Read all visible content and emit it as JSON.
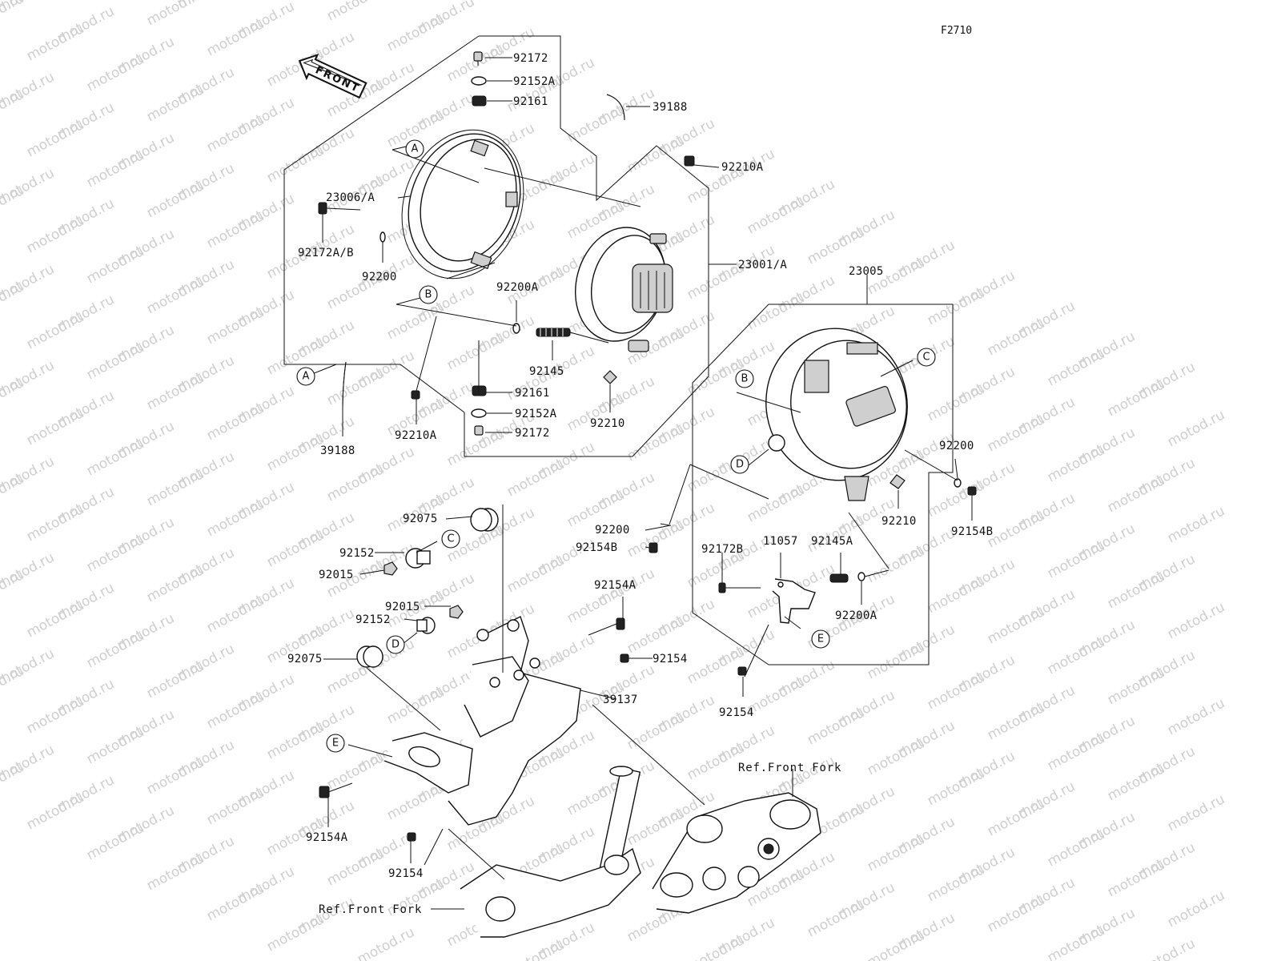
{
  "figure_code": "F2710",
  "front_arrow": "FRONT",
  "watermark": "motod.ru",
  "callouts": {
    "A": "A",
    "B": "B",
    "C": "C",
    "D": "D",
    "E": "E"
  },
  "labels": {
    "p92172_top": "92172",
    "p92152A_top": "92152A",
    "p92161_top": "92161",
    "p39188_top": "39188",
    "p92210A_top": "92210A",
    "p23006A": "23006/A",
    "p92172AB": "92172A/B",
    "p92200_left": "92200",
    "p23001A": "23001/A",
    "p92200A_mid": "92200A",
    "p92145": "92145",
    "p92161_bot": "92161",
    "p92152A_bot": "92152A",
    "p92172_bot": "92172",
    "p92210": "92210",
    "p39188_bot": "39188",
    "p92210A_bot": "92210A",
    "p23005": "23005",
    "p92200_right": "92200",
    "p92210_right": "92210",
    "p92154B_right": "92154B",
    "p92200_mid": "92200",
    "p92154B_mid": "92154B",
    "p92172B": "92172B",
    "p11057": "11057",
    "p92145A": "92145A",
    "p92200A_right": "92200A",
    "p92154_right": "92154",
    "p92075_top": "92075",
    "p92152_top": "92152",
    "p92015_top": "92015",
    "p92015_mid": "92015",
    "p92152_mid": "92152",
    "p92075_mid": "92075",
    "p92154A_top": "92154A",
    "p92154_mid": "92154",
    "p39137": "39137",
    "p92154A_bot": "92154A",
    "p92154_bot": "92154",
    "ref_front_fork_right": "Ref.Front Fork",
    "ref_front_fork_left": "Ref.Front Fork"
  }
}
